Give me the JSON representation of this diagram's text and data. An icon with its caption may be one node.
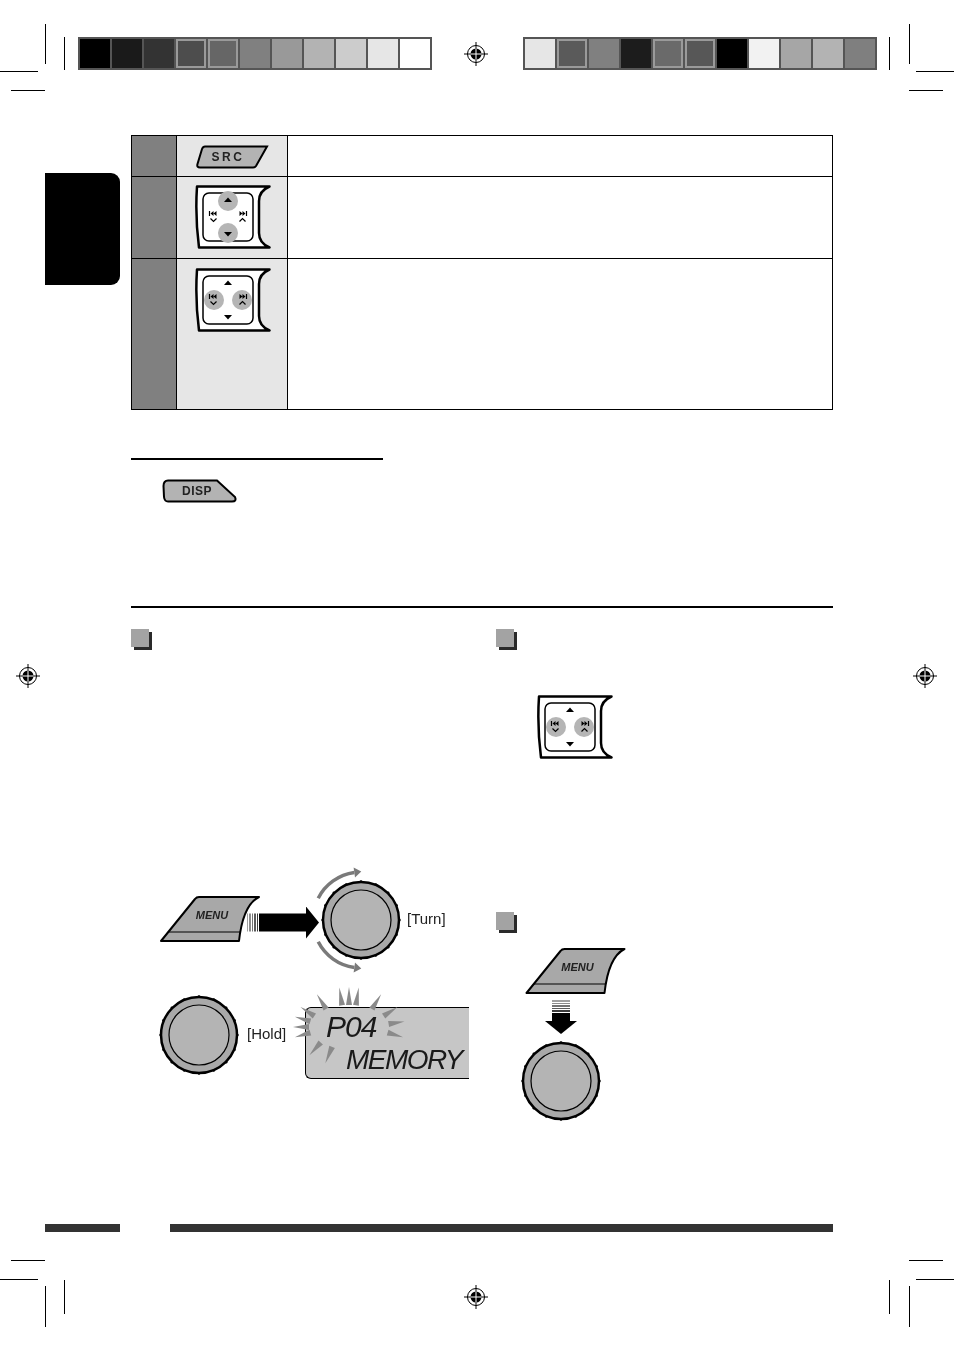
{
  "diagram": {
    "nodes": [
      {
        "text": [
          "SRC"
        ]
      },
      {
        "text": [],
        "shape": "box"
      },
      {
        "text": [
          "DISP"
        ]
      },
      {
        "text": [
          "MENU"
        ]
      },
      {
        "text": [],
        "shape": "circle",
        "beside": [
          "[Turn]"
        ]
      },
      {
        "text": [],
        "shape": "circle",
        "beside": [
          "[Hold]"
        ]
      },
      {
        "text": [
          "P04",
          "MEMORY"
        ]
      },
      {
        "text": [
          "MENU"
        ]
      },
      {
        "text": [],
        "shape": "circle"
      }
    ],
    "edges": [
      {
        "from": 3,
        "to": 4,
        "arrow": "to",
        "style": "thick"
      },
      {
        "from": 7,
        "to": 8,
        "arrow": "to",
        "style": "thick"
      }
    ]
  }
}
